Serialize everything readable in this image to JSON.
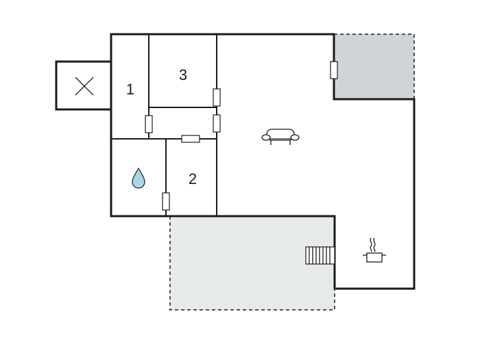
{
  "rooms": {
    "room_1": {
      "label": "1"
    },
    "room_2": {
      "label": "2"
    },
    "room_3": {
      "label": "3"
    }
  },
  "colors": {
    "wall": "#1a1a1a",
    "terrace_top_right": "#d0d4d6",
    "terrace_bottom": "#e6eaeb",
    "water_drop": "#a8d8e4",
    "background": "#ffffff"
  },
  "icons": [
    "closed-x-icon",
    "water-drop-icon",
    "sofa-icon",
    "stairs-icon",
    "cooking-pot-icon"
  ]
}
